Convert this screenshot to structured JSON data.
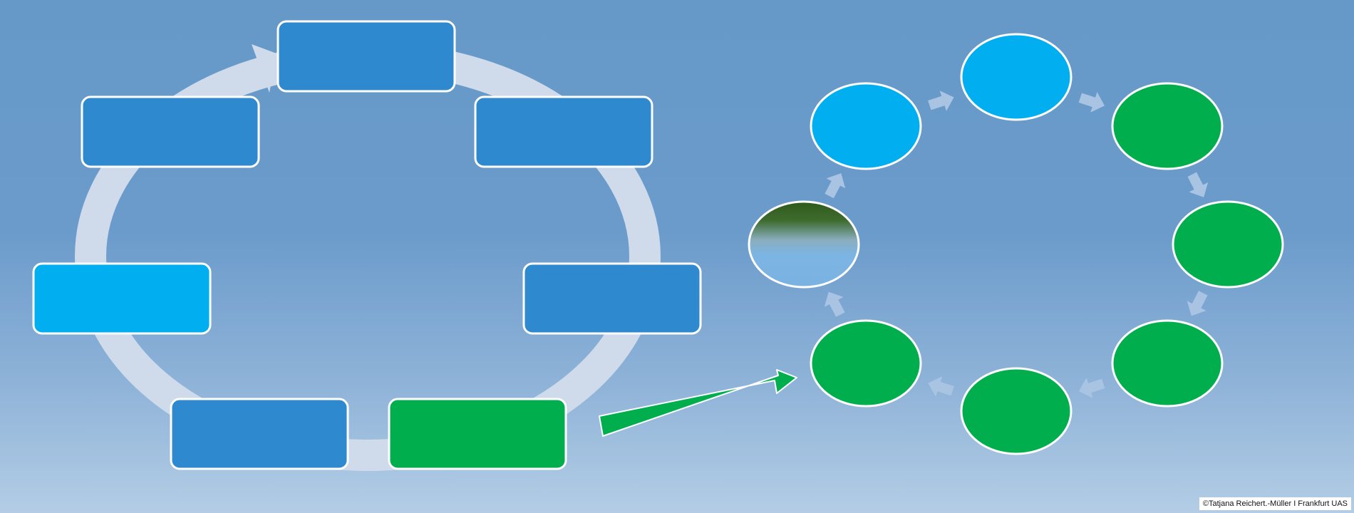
{
  "copyright": "©Tatjana Reichert.-Müller I Frankfurt UAS",
  "colors": {
    "dark_blue": "#2f89cf",
    "light_blue": "#01aff0",
    "green": "#00ae4d",
    "ring": "#cfdbea",
    "small_arrow": "#a9c4e3",
    "box_border": "#ffffff"
  },
  "left_cycle": {
    "boxes": [
      {
        "name": "cycle-box-top",
        "color": "dark_blue"
      },
      {
        "name": "cycle-box-upper-right",
        "color": "dark_blue"
      },
      {
        "name": "cycle-box-middle-right",
        "color": "dark_blue"
      },
      {
        "name": "cycle-box-bottom-right",
        "color": "green"
      },
      {
        "name": "cycle-box-bottom-left",
        "color": "dark_blue"
      },
      {
        "name": "cycle-box-middle-left",
        "color": "light_blue"
      },
      {
        "name": "cycle-box-upper-left",
        "color": "dark_blue"
      }
    ]
  },
  "right_cycle": {
    "nodes": [
      {
        "name": "node-top",
        "color": "light_blue"
      },
      {
        "name": "node-upper-right",
        "color": "green"
      },
      {
        "name": "node-right",
        "color": "green"
      },
      {
        "name": "node-lower-right",
        "color": "green"
      },
      {
        "name": "node-bottom",
        "color": "green"
      },
      {
        "name": "node-lower-left",
        "color": "green"
      },
      {
        "name": "node-left",
        "color": "gradient"
      },
      {
        "name": "node-upper-left",
        "color": "light_blue"
      }
    ]
  }
}
